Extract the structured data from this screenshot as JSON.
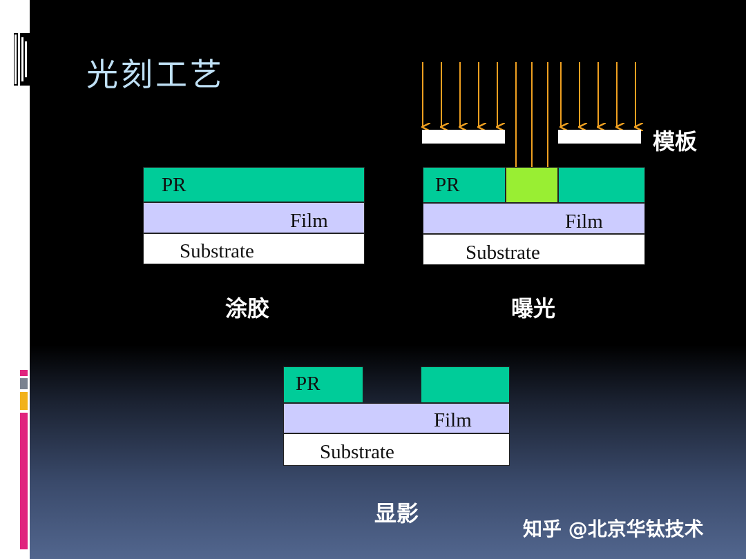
{
  "slide": {
    "title": "光刻工艺",
    "mask_label": "模板",
    "watermark": "知乎 @北京华钛技术"
  },
  "diagrams": [
    {
      "caption": "涂胶",
      "pr_label": "PR",
      "film_label": "Film",
      "substrate_label": "Substrate"
    },
    {
      "caption": "曝光",
      "pr_label": "PR",
      "film_label": "Film",
      "substrate_label": "Substrate"
    },
    {
      "caption": "显影",
      "pr_label": "PR",
      "film_label": "Film",
      "substrate_label": "Substrate"
    }
  ],
  "colors": {
    "photoresist": "#00cc99",
    "film": "#ccccff",
    "substrate": "#ffffff",
    "exposed_resist": "#99ee33",
    "light_arrows": "#f0a020",
    "title": "#bfe0f5"
  }
}
